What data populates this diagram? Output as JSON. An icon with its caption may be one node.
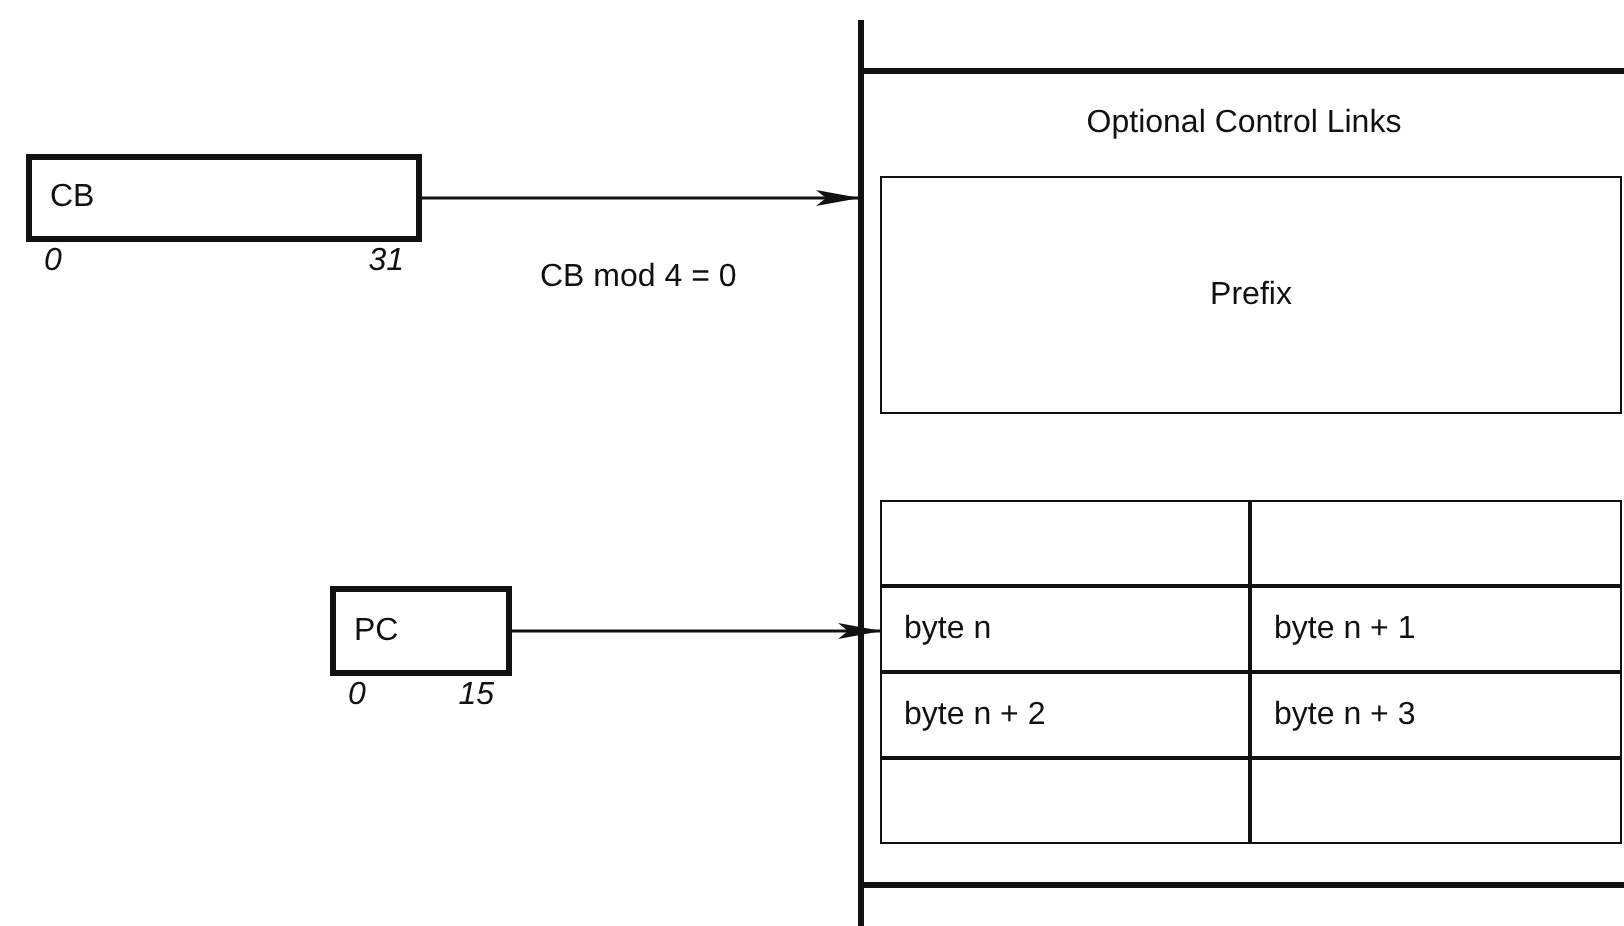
{
  "diagram": {
    "nodes": [
      {
        "text": [
          "CB"
        ],
        "beside": [
          "0",
          "31"
        ]
      },
      {
        "text": [
          "PC"
        ],
        "beside": [
          "0",
          "15"
        ]
      },
      {
        "text": [
          "Optional Control Links"
        ]
      },
      {
        "text": [
          "Prefix"
        ],
        "in": 2
      },
      {
        "text": [],
        "shape": "box",
        "in": 2
      },
      {
        "text": [],
        "shape": "box",
        "in": 2
      },
      {
        "text": [
          "byte n"
        ],
        "in": 2
      },
      {
        "text": [
          "byte n + 1"
        ],
        "in": 2
      },
      {
        "text": [
          "byte n + 2"
        ],
        "in": 2
      },
      {
        "text": [
          "byte n + 3"
        ],
        "in": 2
      },
      {
        "text": [],
        "shape": "box",
        "in": 2
      },
      {
        "text": [],
        "shape": "box",
        "in": 2
      }
    ],
    "edges": [
      {
        "from": 0,
        "to": 2,
        "arrow": "to",
        "label": "CB mod 4 = 0"
      },
      {
        "from": 1,
        "to": 6,
        "arrow": "to"
      }
    ]
  }
}
